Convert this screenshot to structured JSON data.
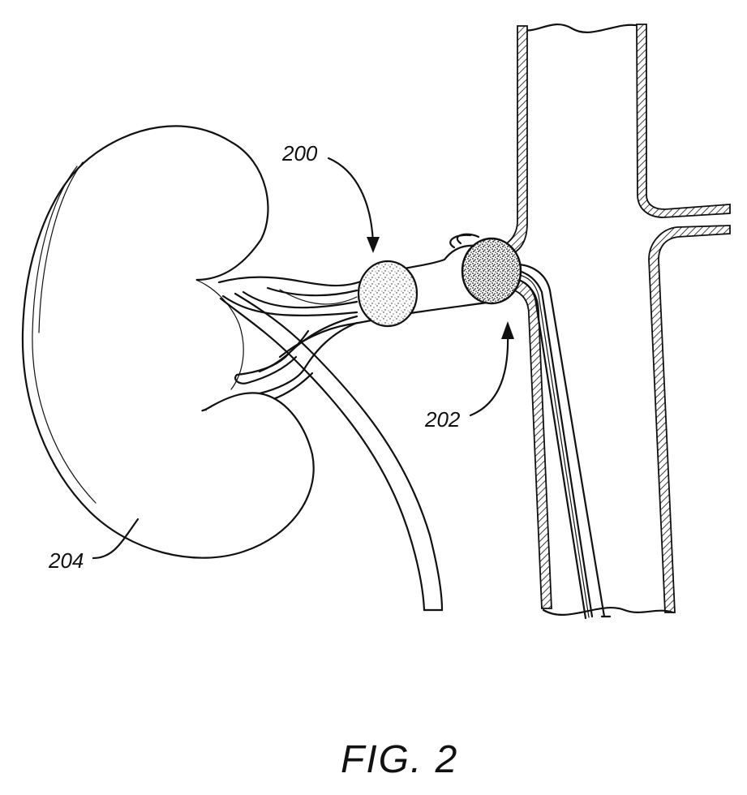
{
  "figure": {
    "caption": "FIG. 2",
    "labels": {
      "device_upper": "200",
      "device_lower": "202",
      "kidney": "204"
    }
  }
}
